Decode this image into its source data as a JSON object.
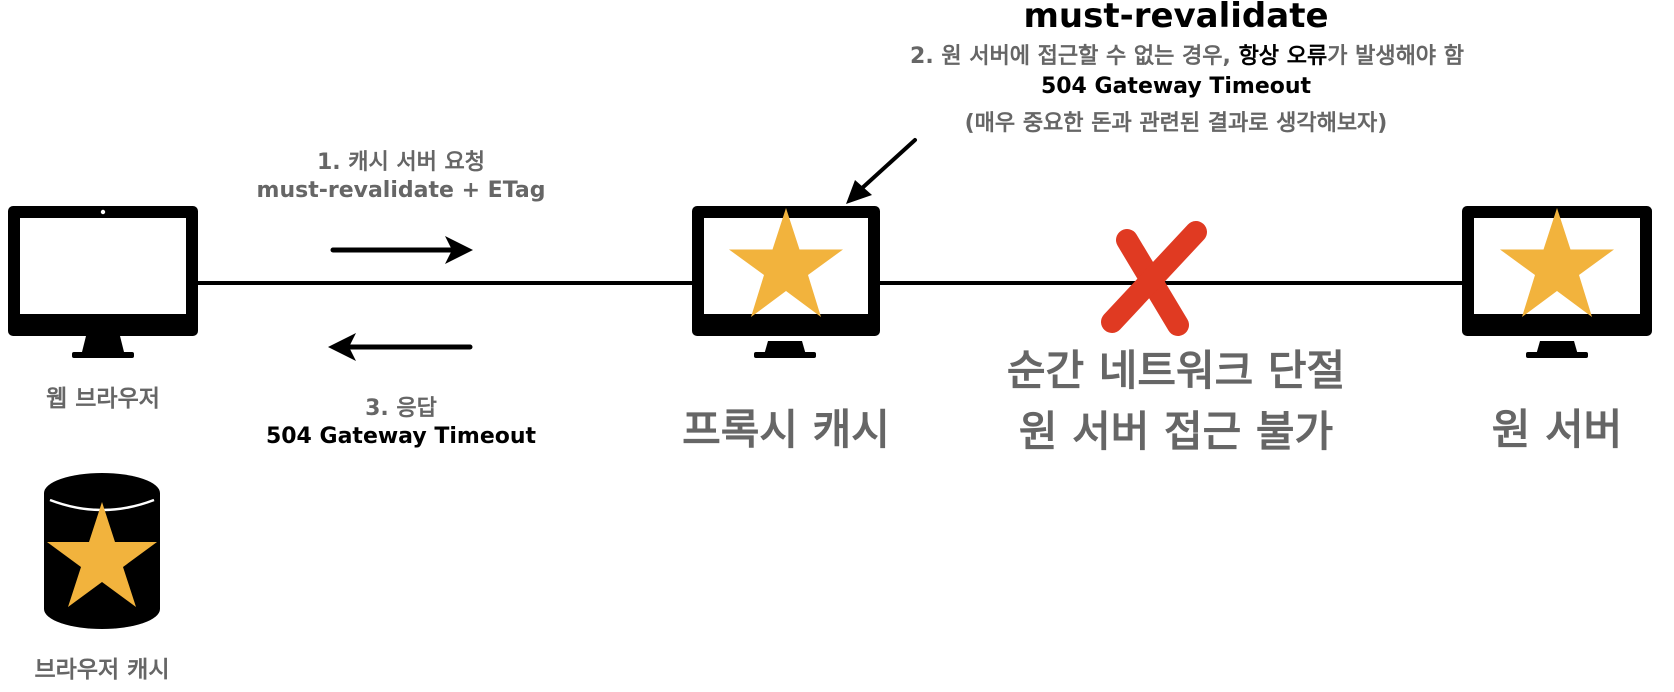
{
  "title": "must-revalidate",
  "note": {
    "line1_prefix": "2. 원 서버에 접근할 수 없는 경우, ",
    "line1_emphasis": "항상 오류",
    "line1_suffix": "가 발생해야 함",
    "line2": "504 Gateway Timeout",
    "line3": "(매우 중요한 돈과 관련된 결과로 생각해보자)"
  },
  "request": {
    "step": "1. 캐시 서버 요청",
    "detail": "must-revalidate + ETag"
  },
  "response": {
    "step": "3. 응답",
    "detail": "504 Gateway Timeout"
  },
  "nodes": {
    "browser": "웹 브라우저",
    "browser_cache": "브라우저 캐시",
    "proxy": "프록시 캐시",
    "origin": "원 서버"
  },
  "failure": {
    "line1": "순간 네트워크 단절",
    "line2": "원 서버 접근 불가"
  },
  "colors": {
    "star": "#F2B33D",
    "cross": "#E03A22",
    "device": "#000000",
    "gray_text": "#666666"
  }
}
